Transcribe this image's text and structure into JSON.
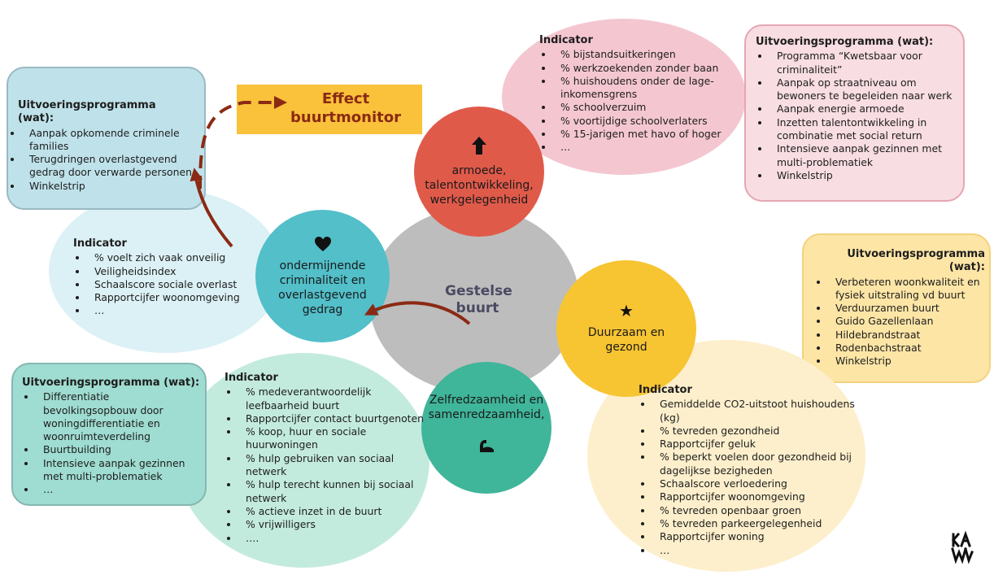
{
  "colors": {
    "central": "#bdbdbd",
    "central_text": "#4a4a63",
    "red_circle": "#e05a4a",
    "teal_circle": "#52bfc9",
    "green_circle": "#3fb59a",
    "yellow_circle": "#f7c432",
    "pink_ellipse": "#f4c7d0",
    "pink_box": "#f8dde2",
    "light_blue_ellipse": "#dcf1f5",
    "blue_box": "#bfe2ea",
    "mint_ellipse": "#c3ebdd",
    "teal_box": "#9fdcd1",
    "cream_ellipse": "#fdefcc",
    "yellow_box": "#fde5a6",
    "effect_box": "#f9c23a",
    "arrow": "#8b2a14"
  },
  "central": {
    "title": "Gestelse buurt"
  },
  "effect": {
    "label": "Effect buurtmonitor"
  },
  "themes": {
    "armoede": {
      "icon": "arrow-up-icon",
      "label": "armoede, talentontwikkeling, werkgelegenheid"
    },
    "criminaliteit": {
      "icon": "heart-icon",
      "label": "ondermijnende criminaliteit en overlastgevend gedrag"
    },
    "duurzaam": {
      "icon": "star-icon",
      "label": "Duurzaam en gezond"
    },
    "zelfredzaamheid": {
      "icon": "flexed-arm-icon",
      "label": "Zelfredzaamheid en samenredzaamheid,"
    }
  },
  "blocks": {
    "pink_indicator": {
      "title": "Indicator",
      "items": [
        "% bijstandsuitkeringen",
        "% werkzoekenden zonder baan",
        "% huishoudens onder de lage-inkomensgrens",
        "% schoolverzuim",
        "% voortijdige schoolverlaters",
        "% 15-jarigen met havo of hoger",
        "…"
      ]
    },
    "pink_program": {
      "title": "Uitvoeringsprogramma (wat):",
      "items": [
        "Programma “Kwetsbaar voor criminaliteit”",
        "Aanpak op straatniveau om bewoners te begeleiden naar werk",
        "Aanpak energie armoede",
        "Inzetten talentontwikkeling in combinatie met social return",
        "Intensieve aanpak gezinnen met multi-problematiek",
        "Winkelstrip"
      ]
    },
    "blue_program": {
      "title": "Uitvoeringsprogramma (wat):",
      "items": [
        "Aanpak opkomende criminele families",
        "Terugdringen overlastgevend gedrag door verwarde personen",
        "Winkelstrip"
      ]
    },
    "blue_indicator": {
      "title": "Indicator",
      "items": [
        "% voelt zich vaak onveilig",
        "Veiligheidsindex",
        "Schaalscore sociale overlast",
        "Rapportcijfer woonomgeving",
        "…"
      ]
    },
    "yellow_program": {
      "title": "Uitvoeringsprogramma (wat):",
      "items": [
        "Verbeteren woonkwaliteit en fysiek uitstraling vd buurt",
        "Verduurzamen buurt",
        "Guido Gazellenlaan",
        "Hildebrandstraat",
        "Rodenbachstraat",
        "Winkelstrip"
      ]
    },
    "yellow_indicator": {
      "title": "Indicator",
      "items": [
        "Gemiddelde CO2-uitstoot huishoudens (kg)",
        "% tevreden gezondheid",
        "Rapportcijfer geluk",
        "% beperkt voelen door gezondheid bij dagelijkse bezigheden",
        "Schaalscore verloedering",
        "Rapportcijfer woonomgeving",
        "% tevreden openbaar groen",
        "% tevreden parkeergelegenheid",
        "Rapportcijfer woning",
        "…"
      ]
    },
    "teal_program": {
      "title": "Uitvoeringsprogramma (wat):",
      "items": [
        "Differentiatie bevolkingsopbouw door woningdifferentiatie en woonruimteverdeling",
        "Buurtbuilding",
        "Intensieve aanpak gezinnen met multi-problematiek",
        "…"
      ]
    },
    "teal_indicator": {
      "title": "Indicator",
      "items": [
        "% medeverantwoordelijk leefbaarheid buurt",
        "Rapportcijfer contact buurtgenoten",
        "% koop, huur en sociale huurwoningen",
        "% hulp gebruiken van sociaal netwerk",
        "% hulp terecht kunnen bij sociaal netwerk",
        "% actieve inzet in de buurt",
        "% vrijwilligers",
        "…."
      ]
    }
  },
  "logo": {
    "text": "KAW"
  }
}
